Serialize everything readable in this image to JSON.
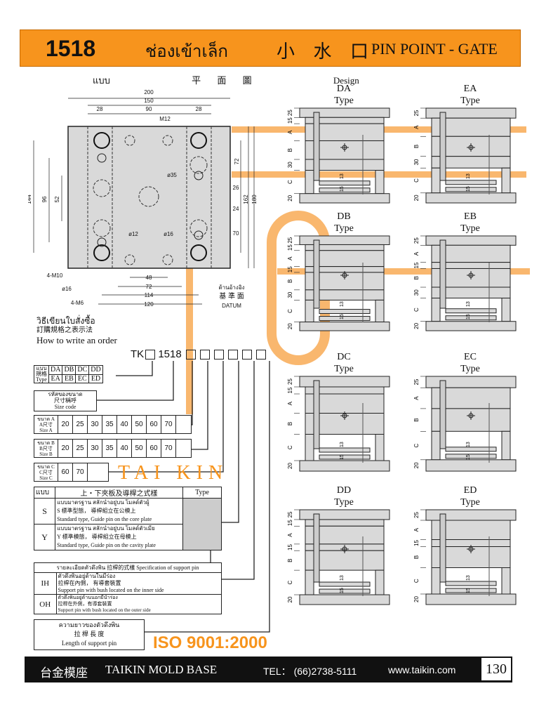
{
  "header": {
    "code": "1518",
    "thai": "ช่องเข้าเล็ก",
    "chinese": "小 水 口",
    "english": "PIN POINT - GATE"
  },
  "design": {
    "title_th": "แบบ",
    "title_zh": "平 面 圖",
    "title_en": "Design",
    "dims_top": [
      "200",
      "150",
      "28",
      "90",
      "28"
    ],
    "m12": "M12",
    "d35": "ø35",
    "d12": "ø12",
    "d16": "ø16",
    "dims_left": [
      "144",
      "96",
      "52"
    ],
    "dims_right": [
      "72",
      "26",
      "24",
      "70",
      "162",
      "180"
    ],
    "dims_bottom": [
      "48",
      "72",
      "114",
      "120"
    ],
    "callouts": [
      "4-M10",
      "ø16",
      "4-M6"
    ],
    "datum_th": "ด้านอ้างอิง",
    "datum_zh": "基 準 面",
    "datum_en": "DATUM"
  },
  "order": {
    "title_th": "วิธีเขียนใบสั่งซื้อ",
    "title_zh": "訂購規格之表示法",
    "title_en": "How to write an order",
    "prefix": "TK",
    "size_code": "1518",
    "type_label": [
      "แบบ",
      "規格",
      "Type"
    ],
    "types": [
      [
        "DA",
        "DB",
        "DC",
        "DD"
      ],
      [
        "EA",
        "EB",
        "EC",
        "ED"
      ]
    ],
    "size_code_label": [
      "รหัสของขนาด",
      "尺寸稱呼",
      "Size code"
    ],
    "size_a_label": [
      "ขนาด A",
      "A尺寸",
      "Size A"
    ],
    "size_a": [
      "20",
      "25",
      "30",
      "35",
      "40",
      "50",
      "60",
      "70"
    ],
    "size_b_label": [
      "ขนาด B",
      "B尺寸",
      "Size B"
    ],
    "size_b": [
      "20",
      "25",
      "30",
      "35",
      "40",
      "50",
      "60",
      "70"
    ],
    "size_c_label": [
      "ขนาด C",
      "C尺寸",
      "Size C"
    ],
    "size_c": [
      "60",
      "70"
    ],
    "guide_header": [
      "แบบ",
      "上‧下夾板及導桿之式樣",
      "Type"
    ],
    "guide": [
      {
        "code": "S",
        "th": "แบบมาตรฐาน สลักนำอยู่บน โมลด์ตัวผู้",
        "zh": "S 標準型態， 導桿組立在公模上",
        "en": "Standard type, Guide pin on the core plate"
      },
      {
        "code": "Y",
        "th": "แบบมาตรฐาน สลักนำอยู่บน โมลด์ตัวเมีย",
        "zh": "Y 標準模態， 導桿組立在母模上",
        "en": "Standard type, Guide pin on the cavity plate"
      }
    ],
    "support_header": [
      "รายละเอียดตัวดึงพิน",
      "拉桿的式樣",
      "Specification of support pin"
    ],
    "support": [
      {
        "code": "IH",
        "th": "ตัวดึงพินอยู่ด้านในมีร่อง",
        "zh": "拉桿在內側， 有導套裝置",
        "en": "Support pin with bush located on the inner side"
      },
      {
        "code": "OH",
        "th": "ตัวดึงพินอยู่ด้านนอกมีนำร่อง",
        "zh": "拉桿在外側，有導套裝置",
        "en": "Support pin with bush located on the outer side"
      }
    ],
    "length_label": [
      "ความยาวของตัวดึงพิน",
      "拉 桿 長 度",
      "Length of support pin"
    ]
  },
  "mold_types": [
    {
      "name": "DA",
      "sub": "Type",
      "labels": [
        "25",
        "15",
        "A",
        "B",
        "30",
        "C",
        "20"
      ]
    },
    {
      "name": "EA",
      "sub": "Type",
      "labels": [
        "25",
        "A",
        "B",
        "30",
        "C",
        "20"
      ]
    },
    {
      "name": "DB",
      "sub": "Type",
      "labels": [
        "25",
        "15",
        "A",
        "15",
        "B",
        "30",
        "C",
        "20"
      ]
    },
    {
      "name": "EB",
      "sub": "Type",
      "labels": [
        "25",
        "A",
        "15",
        "B",
        "30",
        "C",
        "20"
      ]
    },
    {
      "name": "DC",
      "sub": "Type",
      "labels": [
        "25",
        "15",
        "A",
        "B",
        "C",
        "20"
      ]
    },
    {
      "name": "EC",
      "sub": "Type",
      "labels": [
        "25",
        "A",
        "B",
        "C",
        "20"
      ]
    },
    {
      "name": "DD",
      "sub": "Type",
      "labels": [
        "25",
        "15",
        "A",
        "15",
        "B",
        "C",
        "20"
      ]
    },
    {
      "name": "ED",
      "sub": "Type",
      "labels": [
        "25",
        "A",
        "15",
        "B",
        "C",
        "20"
      ]
    }
  ],
  "ejector_dims": [
    "15",
    "13"
  ],
  "watermark": {
    "brand": "TAI KIN",
    "iso": "ISO 9001:2000"
  },
  "footer": {
    "zh": "台金模座",
    "brand": "TAIKIN MOLD BASE",
    "tel": "TEL： (66)2738-5111",
    "web": "www.taikin.com",
    "page": "130"
  },
  "colors": {
    "accent": "#f7941d",
    "plate": "#d9d9d9"
  }
}
